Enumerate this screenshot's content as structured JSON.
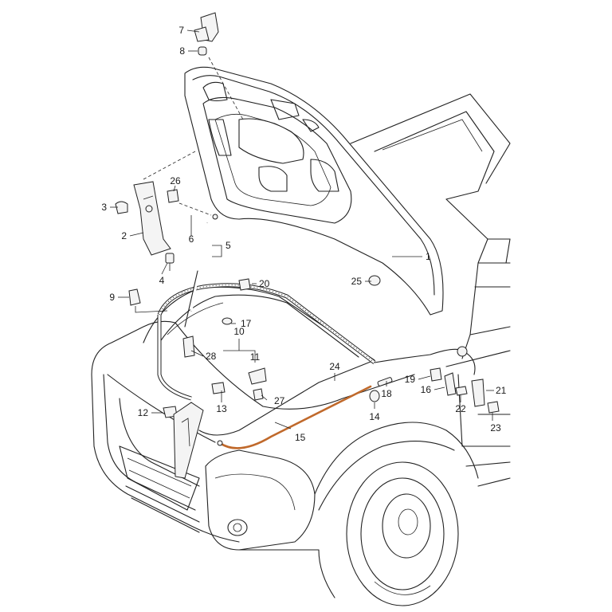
{
  "colors": {
    "line": "#222222",
    "highlight": "#c0692b",
    "background": "#ffffff"
  },
  "callouts": [
    {
      "id": "c1",
      "label": "1"
    },
    {
      "id": "c2",
      "label": "2"
    },
    {
      "id": "c3",
      "label": "3"
    },
    {
      "id": "c4",
      "label": "4"
    },
    {
      "id": "c5",
      "label": "5"
    },
    {
      "id": "c6",
      "label": "6"
    },
    {
      "id": "c7",
      "label": "7"
    },
    {
      "id": "c8",
      "label": "8"
    },
    {
      "id": "c9",
      "label": "9"
    },
    {
      "id": "c10",
      "label": "10"
    },
    {
      "id": "c11",
      "label": "11"
    },
    {
      "id": "c12",
      "label": "12"
    },
    {
      "id": "c13",
      "label": "13"
    },
    {
      "id": "c14",
      "label": "14"
    },
    {
      "id": "c15",
      "label": "15"
    },
    {
      "id": "c16",
      "label": "16"
    },
    {
      "id": "c17",
      "label": "17"
    },
    {
      "id": "c18",
      "label": "18"
    },
    {
      "id": "c19",
      "label": "19"
    },
    {
      "id": "c20",
      "label": "20"
    },
    {
      "id": "c21",
      "label": "21"
    },
    {
      "id": "c22",
      "label": "22"
    },
    {
      "id": "c23",
      "label": "23"
    },
    {
      "id": "c24",
      "label": "24"
    },
    {
      "id": "c25",
      "label": "25"
    },
    {
      "id": "c26",
      "label": "26"
    },
    {
      "id": "c27",
      "label": "27"
    },
    {
      "id": "c28",
      "label": "28"
    }
  ]
}
